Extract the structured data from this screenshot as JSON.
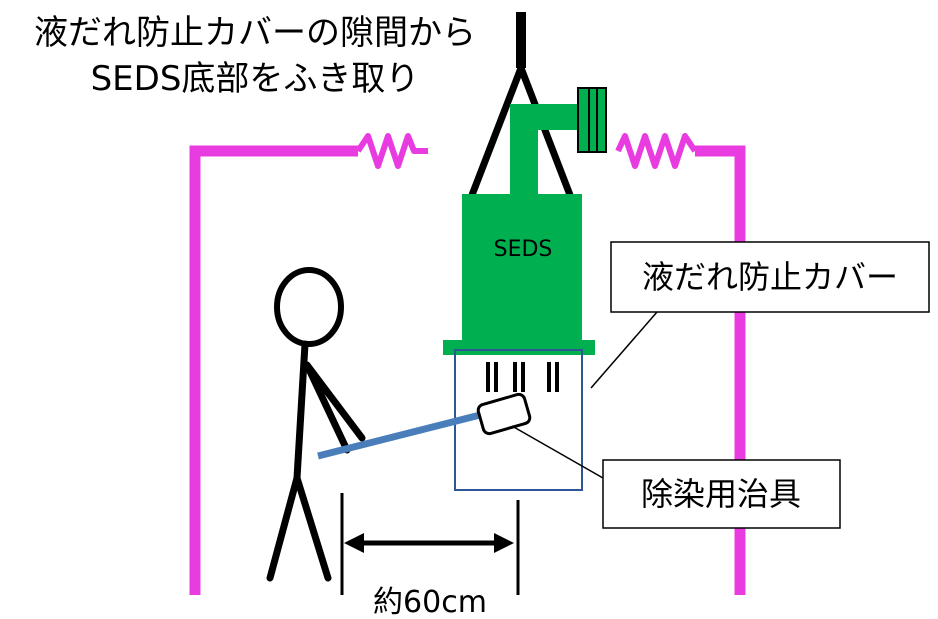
{
  "title": {
    "line1": "液だれ防止カバーの隙間から",
    "line2": "SEDS底部をふき取り"
  },
  "labels": {
    "device": "SEDS",
    "cover": "液だれ防止カバー",
    "tool": "除染用治具",
    "distance": "約60cm"
  },
  "colors": {
    "wall": "#e83ce0",
    "device": "#00b050",
    "tool_rod": "#4a7ebb",
    "cover_outline": "#2f5597",
    "line": "#000000"
  }
}
